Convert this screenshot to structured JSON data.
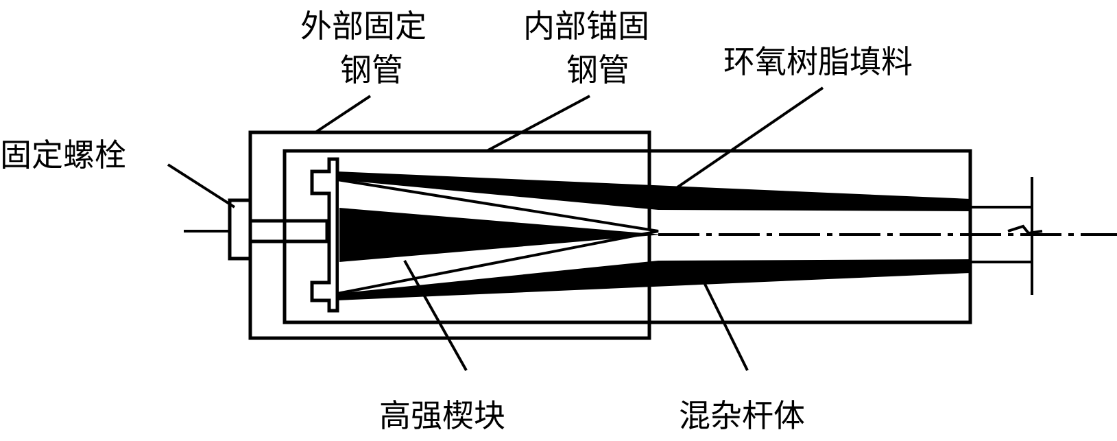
{
  "labels": {
    "outer_tube_line1": "外部固定",
    "outer_tube_line2": "钢管",
    "inner_tube_line1": "内部锚固",
    "inner_tube_line2": "钢管",
    "epoxy": "环氧树脂填料",
    "bolt": "固定螺栓",
    "wedge": "高强楔块",
    "rod": "混杂杆体"
  },
  "colors": {
    "stroke": "#000000",
    "fill": "#000000",
    "background": "#ffffff"
  }
}
